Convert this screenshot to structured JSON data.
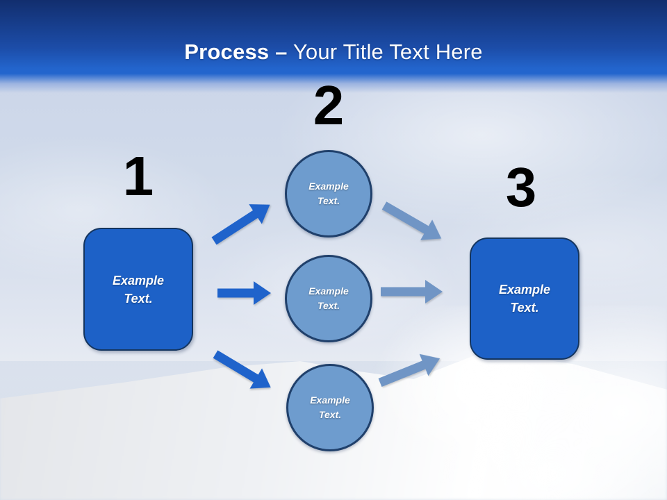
{
  "title": {
    "bold": "Process",
    "separator": "–",
    "rest": "Your Title Text Here"
  },
  "diagram": {
    "numbers": [
      "1",
      "2",
      "3"
    ],
    "left_box_text": "Example Text.",
    "right_box_text": "Example Text.",
    "circle_texts": [
      "Example Text.",
      "Example Text.",
      "Example Text."
    ]
  },
  "colors": {
    "header_top": "#122e6e",
    "header_bottom": "#2365cd",
    "title_text": "#ffffff",
    "number_color": "#000000",
    "box_fill": "#1d61c7",
    "box_border": "#14355f",
    "circle_fill": "#6e9cce",
    "circle_border": "#20406b",
    "arrow_left": "#1f63cb",
    "arrow_right": "#7095c5"
  }
}
